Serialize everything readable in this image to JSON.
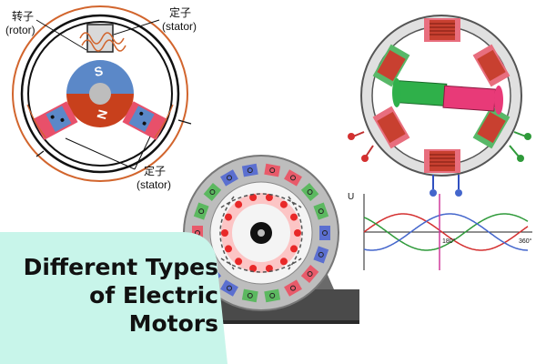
{
  "rotor_diagram": {
    "rotor_label_cn": "转子",
    "rotor_label_en": "(rotor)",
    "stator_top_label_cn": "定子",
    "stator_top_label_en": "(stator)",
    "stator_bottom_label_cn": "定子",
    "stator_bottom_label_en": "(stator)",
    "pole_north": "N",
    "pole_south": "S",
    "colors": {
      "north": "#c8401c",
      "south": "#5b88c8",
      "ring": "#d2652d"
    }
  },
  "waveform": {
    "y_axis_label": "U",
    "tick_180": "180°",
    "tick_360": "360°",
    "colors": {
      "red": "#d43030",
      "green": "#2f9a3a",
      "blue": "#4466cc",
      "marker": "#d03a9a"
    }
  },
  "title": {
    "line1": "Different Types",
    "line2": "of Electric",
    "line3": "Motors",
    "bg_color": "#c8f5ea"
  }
}
